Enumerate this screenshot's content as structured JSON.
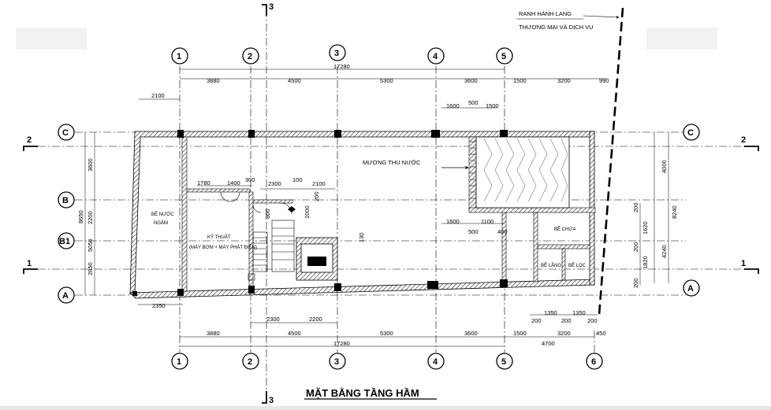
{
  "title": "MẶT BẰNG TẦNG HẦM",
  "note": {
    "line1": "RANH HÀNH LANG",
    "line2": "THƯƠNG MẠI VÀ DỊCH VỤ"
  },
  "grid_cols": [
    "1",
    "2",
    "3",
    "4",
    "5",
    "6"
  ],
  "grid_rows": [
    "C",
    "B",
    "B1",
    "A"
  ],
  "section_marks": {
    "s2": "2",
    "s1": "1",
    "s3": "3"
  },
  "dims_top": {
    "total": "17280",
    "bays": [
      "3880",
      "4500",
      "5300",
      "3600",
      "1500",
      "3200",
      "990"
    ],
    "offset": "2100",
    "top_small": [
      "1600",
      "500",
      "1500"
    ],
    "stair_a": [
      "1780",
      "1400",
      "300"
    ],
    "stair_b": [
      "2300",
      "100",
      "2100"
    ],
    "v_200": "200",
    "v_1000": "1000",
    "v_800": "800",
    "v_130": "130",
    "mid_small": [
      "1600",
      "1100",
      "500",
      "400"
    ]
  },
  "dims_bottom": {
    "total": "17280",
    "bays": [
      "3880",
      "4500",
      "5300",
      "3600",
      "1500",
      "3200",
      "450"
    ],
    "total_right": "4700",
    "left": "2350",
    "inner": [
      "2300",
      "2200"
    ],
    "tanks": [
      "200",
      "1350",
      "200",
      "1350",
      "200"
    ]
  },
  "dims_left": {
    "total": "8650",
    "upper": [
      "3600",
      "2200",
      "2850"
    ],
    "lower": "5050"
  },
  "dims_right": {
    "total": "8240",
    "upper": "4000",
    "lower": "4240",
    "small": [
      "200",
      "1620",
      "200",
      "1820",
      "200"
    ]
  },
  "rooms": {
    "be_nuoc_1": "BỂ NƯỚC",
    "be_nuoc_2": "NGẦM",
    "ky_thuat_1": "KỸ THUẬT",
    "ky_thuat_2": "(MÁY BƠM + MÁY PHÁT ĐIỆN)",
    "muong": "MƯƠNG THU NƯỚC",
    "be_chua": "BỂ CHỨA",
    "be_lang": "BỂ LẮNG",
    "be_loc": "BỂ LỌC"
  },
  "colors": {
    "line": "#000000",
    "wall": "#555555",
    "hatch": "#888888"
  }
}
